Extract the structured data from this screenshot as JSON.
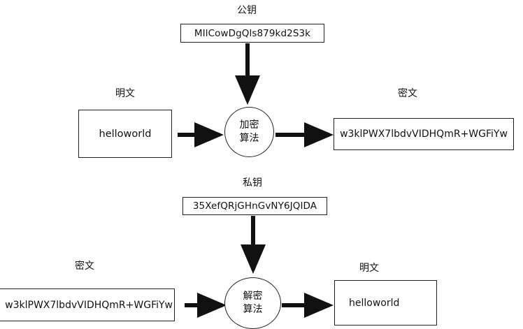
{
  "encrypt": {
    "key_label": "公钥",
    "key_value": "MIlCowDgQls879kd2S3k",
    "input_label": "明文",
    "input_value": "helloworld",
    "algorithm_line1": "加密",
    "algorithm_line2": "算法",
    "output_label": "密文",
    "output_value": "w3klPWX7lbdvVIDHQmR+WGFiYw"
  },
  "decrypt": {
    "key_label": "私钥",
    "key_value": "35XefQRjGHnGvNY6JQIDA",
    "input_label": "密文",
    "input_value": "w3klPWX7lbdvVIDHQmR+WGFiYw",
    "algorithm_line1": "解密",
    "algorithm_line2": "算法",
    "output_label": "明文",
    "output_value": "helloworld"
  }
}
